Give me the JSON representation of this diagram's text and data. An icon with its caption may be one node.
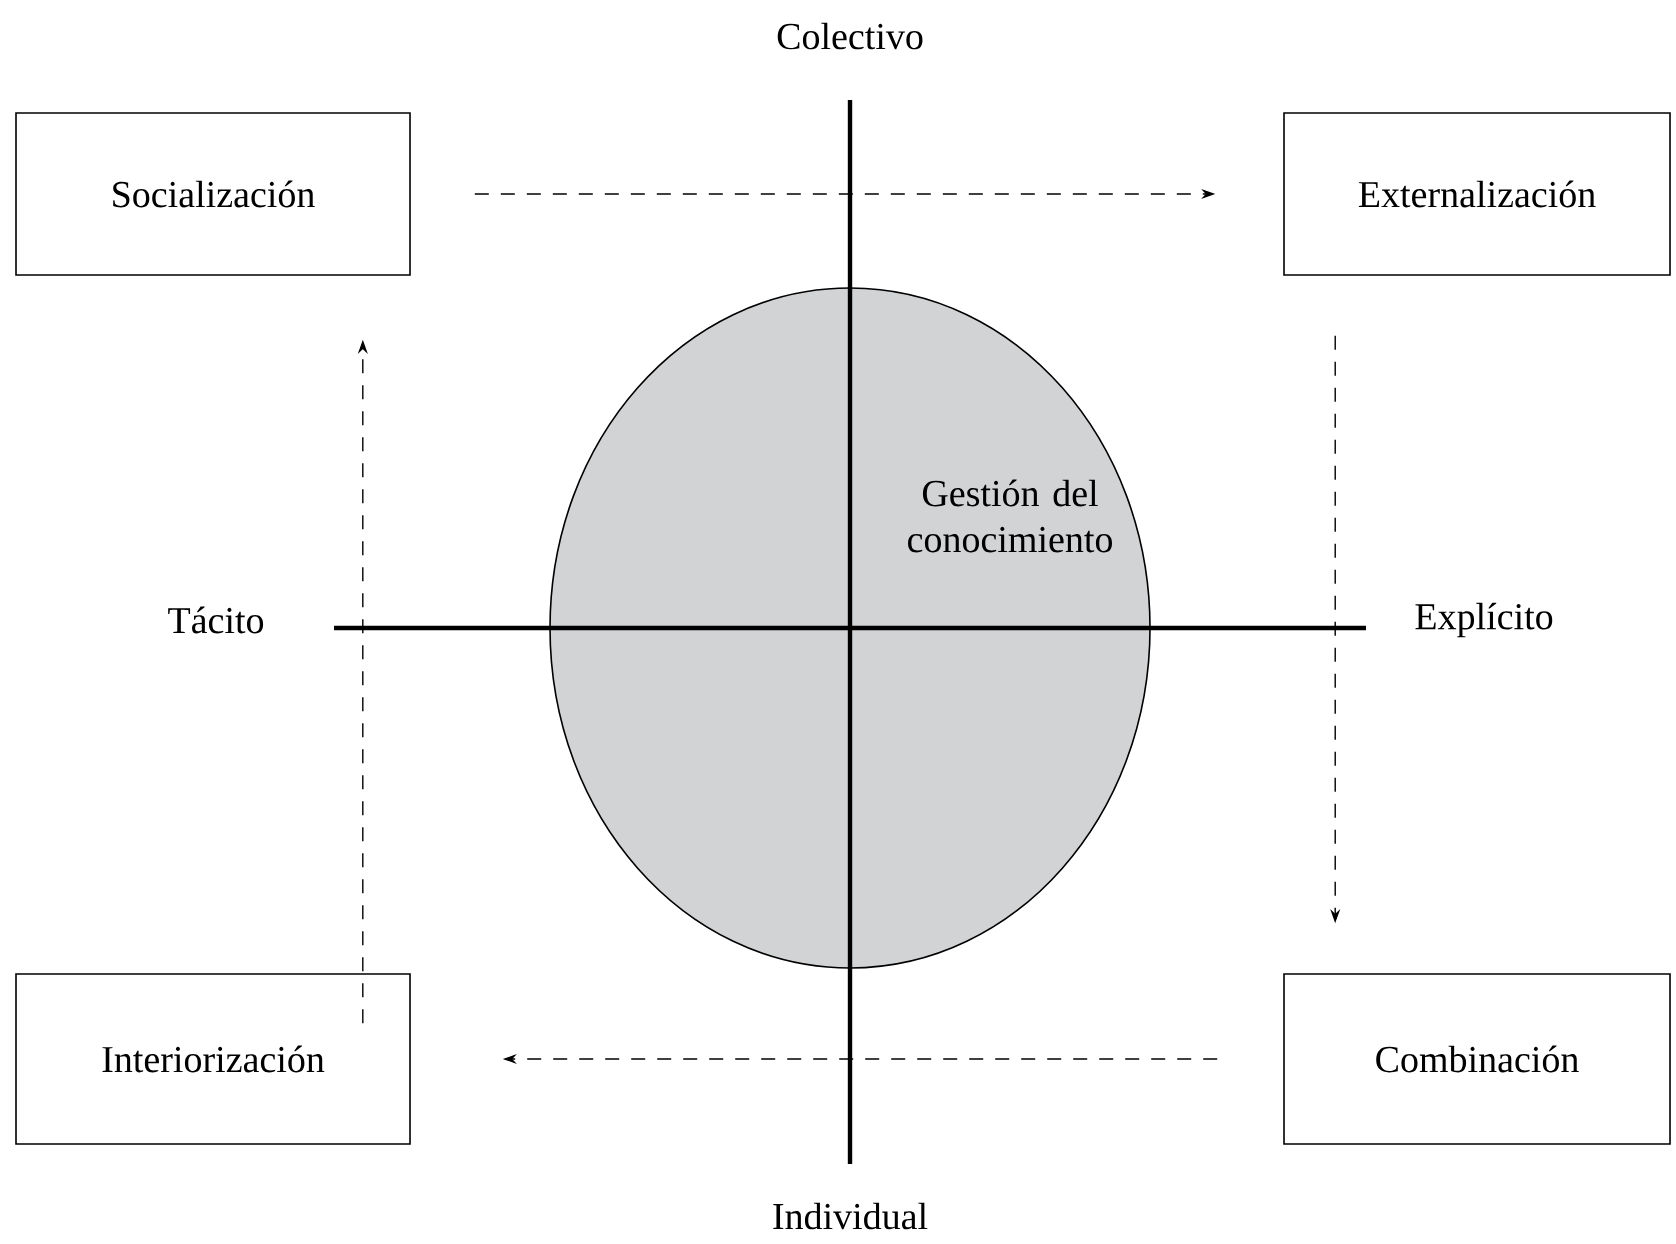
{
  "diagram": {
    "nodes": [
      {
        "text": [
          "Socialización"
        ]
      },
      {
        "text": [
          "Externalización"
        ]
      },
      {
        "text": [
          "Gestión del conocimiento"
        ]
      },
      {
        "text": [
          "Interiorización"
        ]
      },
      {
        "text": [
          "Combinación"
        ]
      }
    ],
    "edges": [
      {
        "from": 0,
        "to": 1,
        "arrow": "to",
        "style": "dashed"
      },
      {
        "from": 1,
        "to": 4,
        "arrow": "to",
        "style": "dashed"
      },
      {
        "from": 4,
        "to": 3,
        "arrow": "to",
        "style": "dashed"
      },
      {
        "from": 3,
        "to": 0,
        "arrow": "to",
        "style": "dashed"
      }
    ],
    "labels": [
      "Colectivo",
      "Tácito",
      "Explícito",
      "Individual"
    ]
  }
}
